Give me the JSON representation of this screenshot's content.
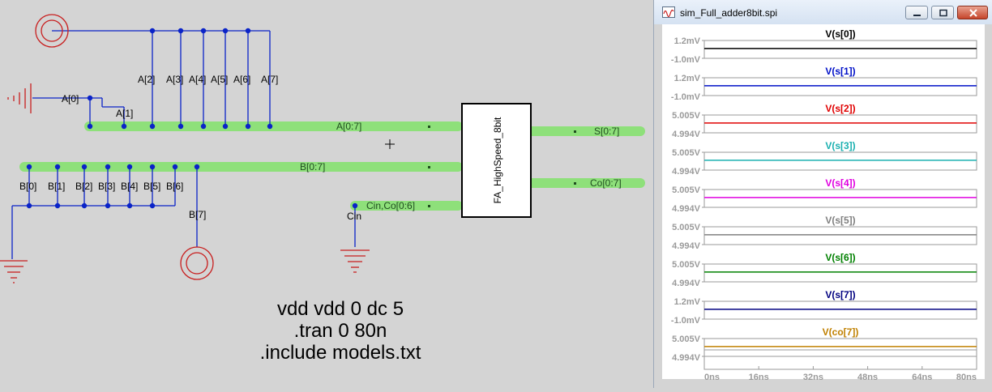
{
  "schematic": {
    "bus_labels": [
      "A[0:7]",
      "B[0:7]",
      "S[0:7]",
      "Co[0:7]",
      "Cin,Co[0:6]"
    ],
    "a_taps": [
      "A[0]",
      "A[1]",
      "A[2]",
      "A[3]",
      "A[4]",
      "A[5]",
      "A[6]",
      "A[7]"
    ],
    "b_taps": [
      "B[0]",
      "B[1]",
      "B[2]",
      "B[3]",
      "B[4]",
      "B[5]",
      "B[6]",
      "B[7]"
    ],
    "cin_label": "Cin",
    "component": "FA_HighSpeed_8bit",
    "spice_lines": [
      "vdd vdd 0 dc 5",
      ".tran 0 80n",
      ".include models.txt"
    ],
    "colors": {
      "bus": "#8ee07a",
      "wire": "#0a23c8",
      "ground": "#c81e1e",
      "source": "#c81e1e"
    }
  },
  "window": {
    "title": "sim_Full_adder8bit.spi",
    "buttons": [
      "minimize-icon",
      "restore-icon",
      "close-icon"
    ]
  },
  "chart_data": {
    "type": "line",
    "x_axis": {
      "ticks": [
        "0ns",
        "16ns",
        "32ns",
        "48ns",
        "64ns",
        "80ns"
      ],
      "range": [
        0,
        80
      ],
      "unit": "ns"
    },
    "series": [
      {
        "name": "V(s[0])",
        "color": "#000000",
        "y_ticks": [
          "1.2mV",
          "-1.0mV"
        ],
        "value_fraction": 0.55
      },
      {
        "name": "V(s[1])",
        "color": "#0010c8",
        "y_ticks": [
          "1.2mV",
          "-1.0mV"
        ],
        "value_fraction": 0.55
      },
      {
        "name": "V(s[2])",
        "color": "#e00000",
        "y_ticks": [
          "5.005V",
          "4.994V"
        ],
        "value_fraction": 0.55
      },
      {
        "name": "V(s[3])",
        "color": "#1ab0b0",
        "y_ticks": [
          "5.005V",
          "4.994V"
        ],
        "value_fraction": 0.55
      },
      {
        "name": "V(s[4])",
        "color": "#e000e0",
        "y_ticks": [
          "5.005V",
          "4.994V"
        ],
        "value_fraction": 0.55
      },
      {
        "name": "V(s[5])",
        "color": "#808080",
        "y_ticks": [
          "5.005V",
          "4.994V"
        ],
        "value_fraction": 0.55
      },
      {
        "name": "V(s[6])",
        "color": "#008000",
        "y_ticks": [
          "5.005V",
          "4.994V"
        ],
        "value_fraction": 0.55
      },
      {
        "name": "V(s[7])",
        "color": "#000080",
        "y_ticks": [
          "1.2mV",
          "-1.0mV"
        ],
        "value_fraction": 0.55
      },
      {
        "name": "V(co[7])",
        "color": "#c08000",
        "y_ticks": [
          "5.005V",
          "4.994V"
        ],
        "value_fraction": 0.55
      }
    ],
    "grid": false
  }
}
